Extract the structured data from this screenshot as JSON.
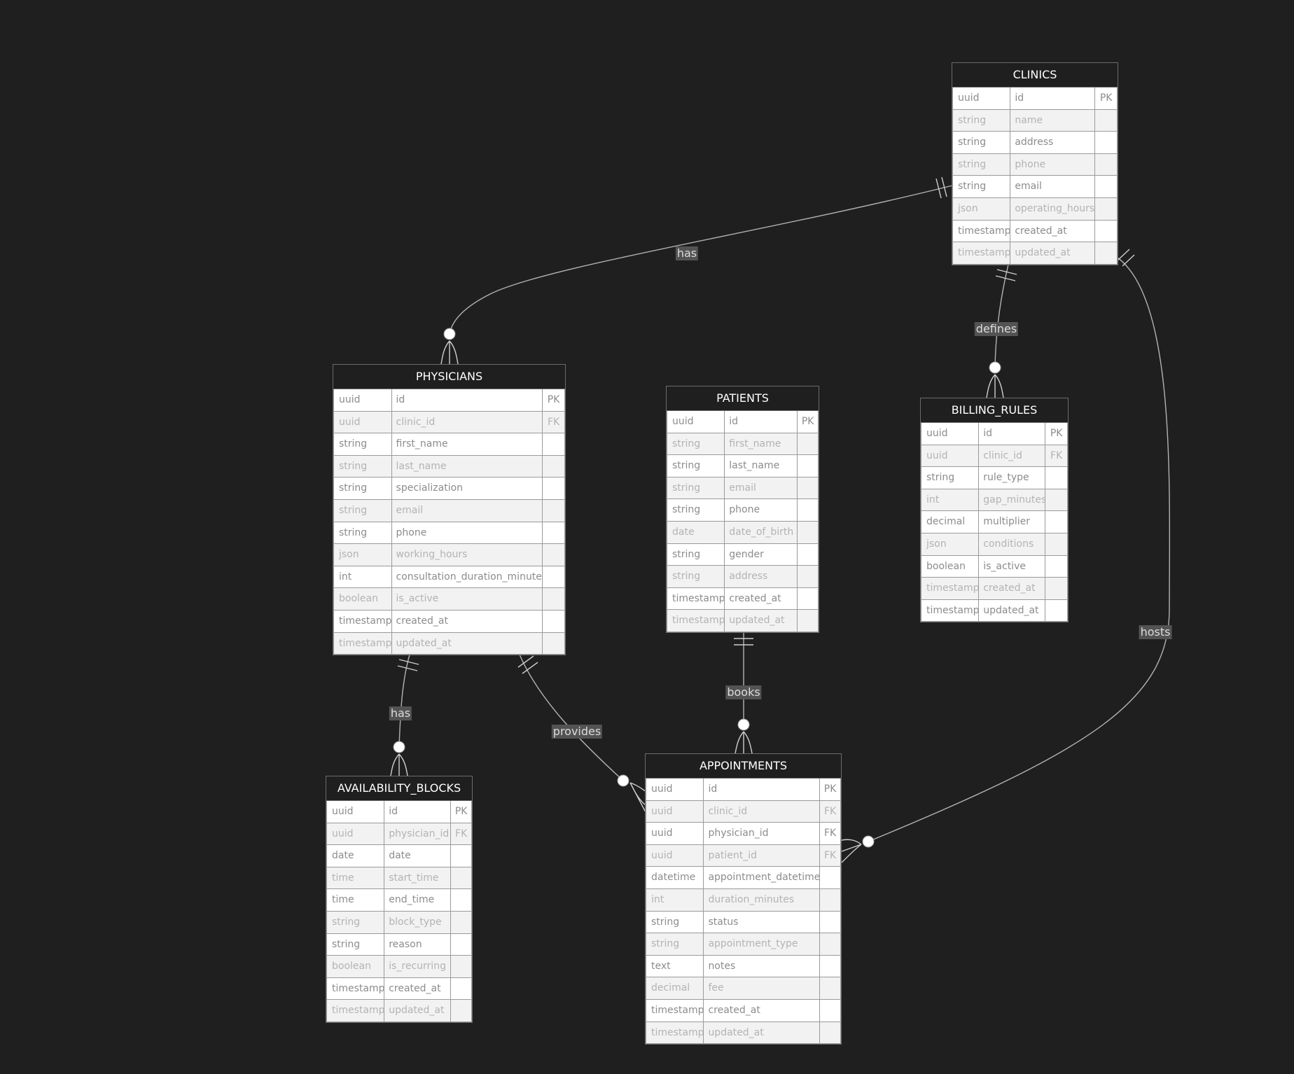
{
  "entities": {
    "clinics": {
      "name": "CLINICS",
      "attributes": [
        {
          "type": "uuid",
          "name": "id",
          "key": "PK"
        },
        {
          "type": "string",
          "name": "name",
          "key": ""
        },
        {
          "type": "string",
          "name": "address",
          "key": ""
        },
        {
          "type": "string",
          "name": "phone",
          "key": ""
        },
        {
          "type": "string",
          "name": "email",
          "key": ""
        },
        {
          "type": "json",
          "name": "operating_hours",
          "key": ""
        },
        {
          "type": "timestamp",
          "name": "created_at",
          "key": ""
        },
        {
          "type": "timestamp",
          "name": "updated_at",
          "key": ""
        }
      ]
    },
    "physicians": {
      "name": "PHYSICIANS",
      "attributes": [
        {
          "type": "uuid",
          "name": "id",
          "key": "PK"
        },
        {
          "type": "uuid",
          "name": "clinic_id",
          "key": "FK"
        },
        {
          "type": "string",
          "name": "first_name",
          "key": ""
        },
        {
          "type": "string",
          "name": "last_name",
          "key": ""
        },
        {
          "type": "string",
          "name": "specialization",
          "key": ""
        },
        {
          "type": "string",
          "name": "email",
          "key": ""
        },
        {
          "type": "string",
          "name": "phone",
          "key": ""
        },
        {
          "type": "json",
          "name": "working_hours",
          "key": ""
        },
        {
          "type": "int",
          "name": "consultation_duration_minutes",
          "key": ""
        },
        {
          "type": "boolean",
          "name": "is_active",
          "key": ""
        },
        {
          "type": "timestamp",
          "name": "created_at",
          "key": ""
        },
        {
          "type": "timestamp",
          "name": "updated_at",
          "key": ""
        }
      ]
    },
    "patients": {
      "name": "PATIENTS",
      "attributes": [
        {
          "type": "uuid",
          "name": "id",
          "key": "PK"
        },
        {
          "type": "string",
          "name": "first_name",
          "key": ""
        },
        {
          "type": "string",
          "name": "last_name",
          "key": ""
        },
        {
          "type": "string",
          "name": "email",
          "key": ""
        },
        {
          "type": "string",
          "name": "phone",
          "key": ""
        },
        {
          "type": "date",
          "name": "date_of_birth",
          "key": ""
        },
        {
          "type": "string",
          "name": "gender",
          "key": ""
        },
        {
          "type": "string",
          "name": "address",
          "key": ""
        },
        {
          "type": "timestamp",
          "name": "created_at",
          "key": ""
        },
        {
          "type": "timestamp",
          "name": "updated_at",
          "key": ""
        }
      ]
    },
    "billing_rules": {
      "name": "BILLING_RULES",
      "attributes": [
        {
          "type": "uuid",
          "name": "id",
          "key": "PK"
        },
        {
          "type": "uuid",
          "name": "clinic_id",
          "key": "FK"
        },
        {
          "type": "string",
          "name": "rule_type",
          "key": ""
        },
        {
          "type": "int",
          "name": "gap_minutes",
          "key": ""
        },
        {
          "type": "decimal",
          "name": "multiplier",
          "key": ""
        },
        {
          "type": "json",
          "name": "conditions",
          "key": ""
        },
        {
          "type": "boolean",
          "name": "is_active",
          "key": ""
        },
        {
          "type": "timestamp",
          "name": "created_at",
          "key": ""
        },
        {
          "type": "timestamp",
          "name": "updated_at",
          "key": ""
        }
      ]
    },
    "availability_blocks": {
      "name": "AVAILABILITY_BLOCKS",
      "attributes": [
        {
          "type": "uuid",
          "name": "id",
          "key": "PK"
        },
        {
          "type": "uuid",
          "name": "physician_id",
          "key": "FK"
        },
        {
          "type": "date",
          "name": "date",
          "key": ""
        },
        {
          "type": "time",
          "name": "start_time",
          "key": ""
        },
        {
          "type": "time",
          "name": "end_time",
          "key": ""
        },
        {
          "type": "string",
          "name": "block_type",
          "key": ""
        },
        {
          "type": "string",
          "name": "reason",
          "key": ""
        },
        {
          "type": "boolean",
          "name": "is_recurring",
          "key": ""
        },
        {
          "type": "timestamp",
          "name": "created_at",
          "key": ""
        },
        {
          "type": "timestamp",
          "name": "updated_at",
          "key": ""
        }
      ]
    },
    "appointments": {
      "name": "APPOINTMENTS",
      "attributes": [
        {
          "type": "uuid",
          "name": "id",
          "key": "PK"
        },
        {
          "type": "uuid",
          "name": "clinic_id",
          "key": "FK"
        },
        {
          "type": "uuid",
          "name": "physician_id",
          "key": "FK"
        },
        {
          "type": "uuid",
          "name": "patient_id",
          "key": "FK"
        },
        {
          "type": "datetime",
          "name": "appointment_datetime",
          "key": ""
        },
        {
          "type": "int",
          "name": "duration_minutes",
          "key": ""
        },
        {
          "type": "string",
          "name": "status",
          "key": ""
        },
        {
          "type": "string",
          "name": "appointment_type",
          "key": ""
        },
        {
          "type": "text",
          "name": "notes",
          "key": ""
        },
        {
          "type": "decimal",
          "name": "fee",
          "key": ""
        },
        {
          "type": "timestamp",
          "name": "created_at",
          "key": ""
        },
        {
          "type": "timestamp",
          "name": "updated_at",
          "key": ""
        }
      ]
    }
  },
  "relationships": [
    {
      "id": "clinics-physicians",
      "label": "has",
      "from": "CLINICS",
      "to": "PHYSICIANS",
      "from_cardinality": "exactly-one",
      "to_cardinality": "zero-or-more"
    },
    {
      "id": "clinics-billing",
      "label": "defines",
      "from": "CLINICS",
      "to": "BILLING_RULES",
      "from_cardinality": "exactly-one",
      "to_cardinality": "zero-or-more"
    },
    {
      "id": "clinics-appointments",
      "label": "hosts",
      "from": "CLINICS",
      "to": "APPOINTMENTS",
      "from_cardinality": "exactly-one",
      "to_cardinality": "zero-or-more"
    },
    {
      "id": "physicians-availability",
      "label": "has",
      "from": "PHYSICIANS",
      "to": "AVAILABILITY_BLOCKS",
      "from_cardinality": "exactly-one",
      "to_cardinality": "zero-or-more"
    },
    {
      "id": "physicians-appointments",
      "label": "provides",
      "from": "PHYSICIANS",
      "to": "APPOINTMENTS",
      "from_cardinality": "exactly-one",
      "to_cardinality": "zero-or-more"
    },
    {
      "id": "patients-appointments",
      "label": "books",
      "from": "PATIENTS",
      "to": "APPOINTMENTS",
      "from_cardinality": "exactly-one",
      "to_cardinality": "zero-or-more"
    }
  ]
}
